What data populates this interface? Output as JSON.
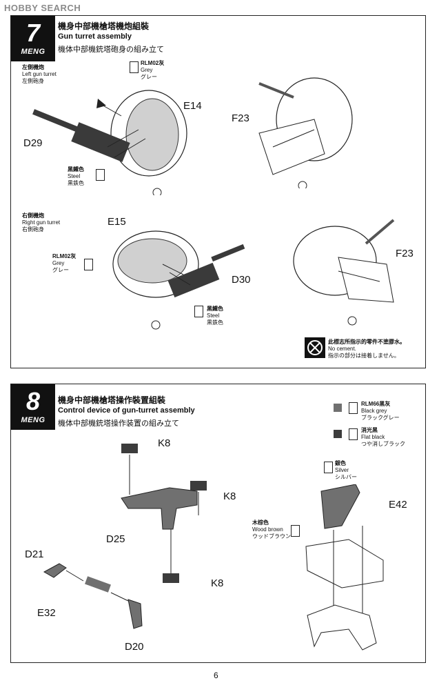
{
  "watermark": "HOBBY SEARCH",
  "page_number": "6",
  "colors": {
    "grey": "#d0d0d0",
    "steel": "#3a3a3a",
    "black_grey": "#707070",
    "flat_black": "#3c3c3c"
  },
  "step7": {
    "number": "7",
    "brand": "MENG",
    "title_cn": "機身中部機槍塔機炮組裝",
    "title_en": "Gun turret assembly",
    "title_jp": "機体中部機銃塔砲身の組み立て",
    "left_turret": {
      "cn": "左側機炮",
      "en": "Left gun turret",
      "jp": "左側砲身"
    },
    "right_turret": {
      "cn": "右側機炮",
      "en": "Right gun turret",
      "jp": "右側砲身"
    },
    "grey": {
      "cn": "RLM02灰",
      "en": "Grey",
      "jp": "グレー"
    },
    "steel": {
      "cn": "黑鐵色",
      "en": "Steel",
      "jp": "黒鉄色"
    },
    "parts": {
      "e14": "E14",
      "d29": "D29",
      "f23": "F23",
      "e15": "E15",
      "d30": "D30"
    },
    "no_cement": {
      "cn": "此標志所指示的零件不塗膠水。",
      "en": "No cement.",
      "jp": "指示の部分は接着しません。"
    }
  },
  "step8": {
    "number": "8",
    "brand": "MENG",
    "title_cn": "機身中部機槍塔操作裝置組裝",
    "title_en": "Control device of gun-turret assembly",
    "title_jp": "機体中部機銃塔操作装置の組み立て",
    "legend": [
      {
        "cn": "RLM66黑灰",
        "en": "Black grey",
        "jp": "ブラックグレー"
      },
      {
        "cn": "消光黑",
        "en": "Flat black",
        "jp": "つや消しブラック"
      }
    ],
    "silver": {
      "cn": "銀色",
      "en": "Silver",
      "jp": "シルバー"
    },
    "wood": {
      "cn": "木棕色",
      "en": "Wood brown",
      "jp": "ウッドブラウン"
    },
    "parts": {
      "k8": "K8",
      "d25": "D25",
      "d21": "D21",
      "e32": "E32",
      "d20": "D20",
      "e42": "E42"
    }
  }
}
